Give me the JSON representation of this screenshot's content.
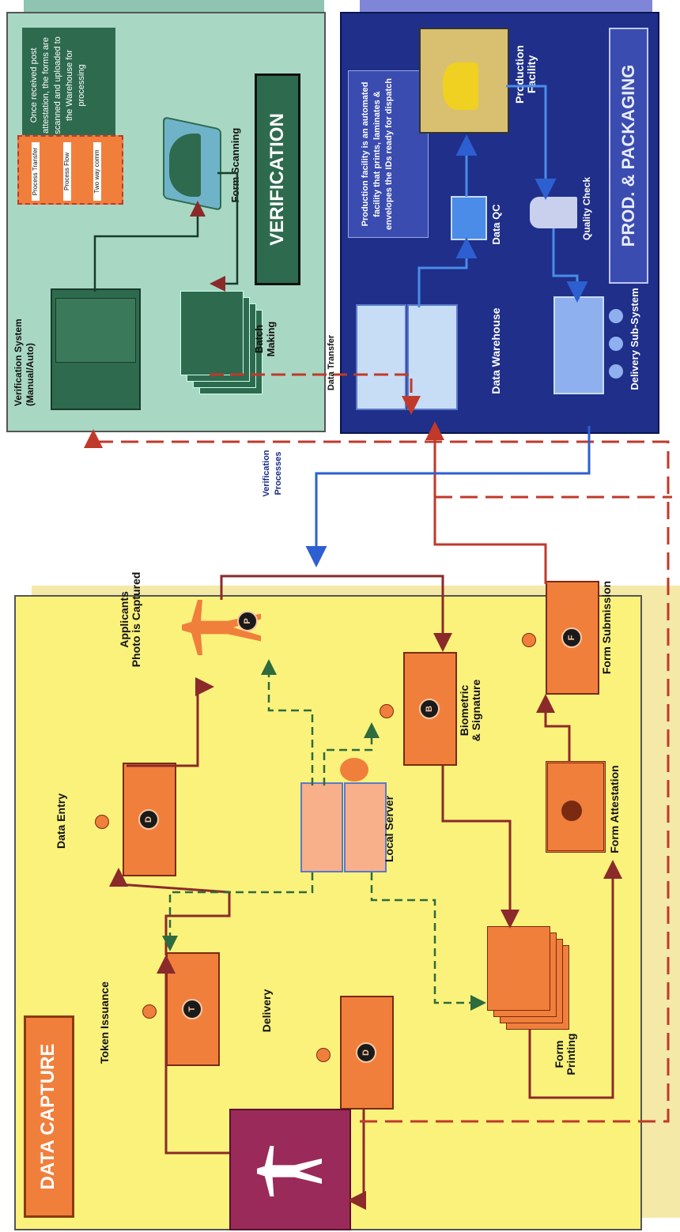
{
  "colors": {
    "data_capture_bg": "#fbf27c",
    "verification_bg": "#a8d8c4",
    "production_bg": "#1f2f8a",
    "process_transfer": "#c0392b",
    "process_flow": "#9b2a2a",
    "two_way": "#2e6b3e",
    "blue_flow": "#2e5fd0",
    "desk_orange": "#f07f3c",
    "applicant_box": "#9a2a5a"
  },
  "data_capture": {
    "title": "DATA CAPTURE",
    "stations": {
      "token_issuance": {
        "label": "Token Issuance",
        "badge": "T"
      },
      "data_entry": {
        "label": "Data Entry",
        "badge": "D"
      },
      "photo": {
        "label": "Applicants\nPhoto is Captured",
        "badge": "P"
      },
      "biometric": {
        "label": "Biometric\n& Signature",
        "badge": "B"
      },
      "form_submission": {
        "label": "Form Submission",
        "badge": "F"
      },
      "form_attestation": {
        "label": "Form Attestation"
      },
      "form_printing": {
        "label": "Form\nPrinting"
      },
      "delivery": {
        "label": "Delivery",
        "badge": "D"
      },
      "local_server": {
        "label": "Local Server"
      }
    },
    "legend": {
      "process_transfer": "Process Transfer",
      "process_flow": "Process Flow",
      "two_way": "Two way comm"
    }
  },
  "verification": {
    "title": "VERIFICATION",
    "note": "Once received post attestation, the forms are scanned and uploaded to the Warehouse for processing",
    "verification_system": "Verification System\n(Manual/Auto)",
    "batch_making": "Batch\nMaking",
    "form_scanning": "Form Scanning"
  },
  "production": {
    "title": "PROD. & PACKAGING",
    "note": "Production facility is an automated facility that prints, laminates & envelopes the IDs ready for dispatch",
    "data_warehouse": "Data Warehouse",
    "data_qc": "Data QC",
    "production_facility": "Production\nFacility",
    "quality_check": "Quality Check",
    "delivery_subsystem": "Delivery Sub-System"
  },
  "connectors": {
    "data_transfer": "Data Transfer",
    "verification_processes": "Verification\nProcesses"
  }
}
